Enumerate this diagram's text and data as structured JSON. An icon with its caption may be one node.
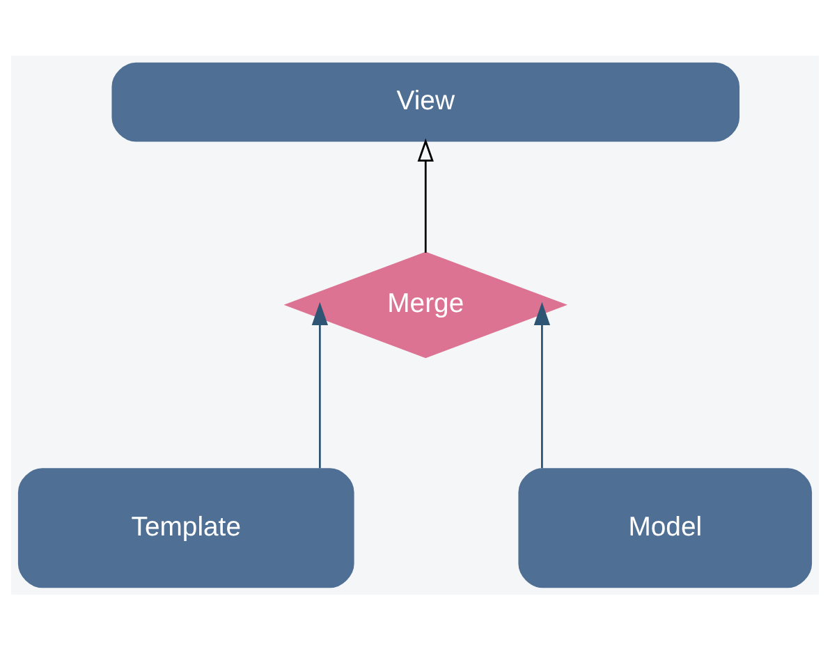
{
  "diagram": {
    "nodes": [
      {
        "text": [
          "View"
        ]
      },
      {
        "text": [
          "Merge"
        ]
      },
      {
        "text": [
          "Template"
        ]
      },
      {
        "text": [
          "Model"
        ]
      }
    ],
    "edges": [
      {
        "from": 1,
        "to": 0,
        "arrow": "to",
        "color": "#000000"
      },
      {
        "from": 2,
        "to": 1,
        "arrow": "to"
      },
      {
        "from": 3,
        "to": 1,
        "arrow": "to"
      }
    ]
  }
}
